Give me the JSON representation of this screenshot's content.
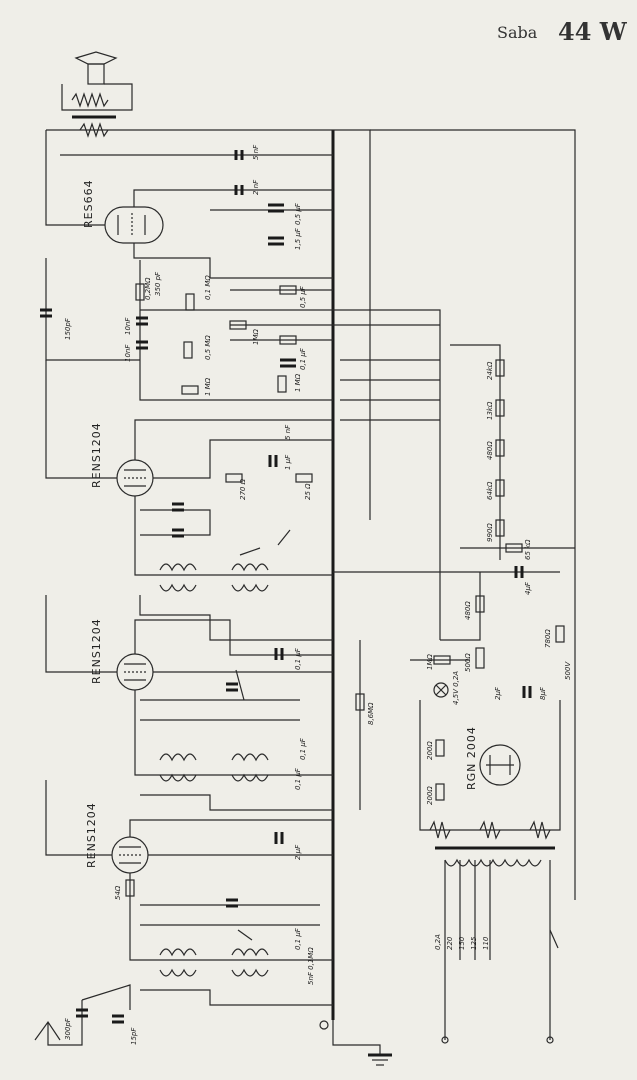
{
  "header": {
    "brand": "Saba",
    "model": "44 W"
  },
  "tubes": {
    "t1": "RES664",
    "t2": "RENS1204",
    "t3": "RENS1204",
    "t4": "RENS1204",
    "rect": "RGN 2004"
  },
  "components": {
    "c_5nF": "5 nF",
    "c_2nF": "2 nF",
    "c_05uF": "0,5 µF",
    "c_1uF_a": "1,5 µF",
    "c_150pF": "150pF",
    "c_350pF": "350 pF",
    "r_02M": "0,2MΩ",
    "r_01M": "0,1 MΩ",
    "c_10nF_a": "10nF",
    "c_10nF_b": "10nF",
    "r_05M": "0,5 MΩ",
    "r_1M_a": "1MΩ",
    "c_05_20": "0,5 µF",
    "r_1M_b": "1 MΩ",
    "c_01uF_a": "0,1 µF",
    "r_8k_a": "1 MΩ",
    "c_1uF_b": "1 µF",
    "c_5nF_b": "5 nF",
    "r_25": "25 Ω",
    "r_270": "270 Ω",
    "r_24k": "24kΩ",
    "r_13k": "13kΩ",
    "r_480": "480Ω",
    "r_64k": "64kΩ",
    "r_990": "990Ω",
    "r_65k": "65 kΩ",
    "c_4uF_a": "4µF",
    "r_480b": "480Ω",
    "r_780": "780Ω",
    "c_01uF_b": "0,1 µF",
    "r_1M_c": "1MΩ",
    "r_500": "500Ω",
    "c_8uF": "8µF",
    "r_86M": "8,6MΩ",
    "lamp": "4,5V 0,2A",
    "c_40": "2µF",
    "v_500": "500V",
    "c_01_c": "0,1 µF",
    "c_01_d": "0,1 µF",
    "r_200a": "200Ω",
    "r_200b": "200Ω",
    "c_2pF": "2 µF",
    "r_54": "54Ω",
    "c_01_e": "0,1 µF",
    "r_05_e": "5nF 0,1MΩ",
    "c_300pF": "300pF",
    "c_15pF": "15pF",
    "mains": [
      "0,2A",
      "220",
      "150",
      "125",
      "110"
    ]
  }
}
